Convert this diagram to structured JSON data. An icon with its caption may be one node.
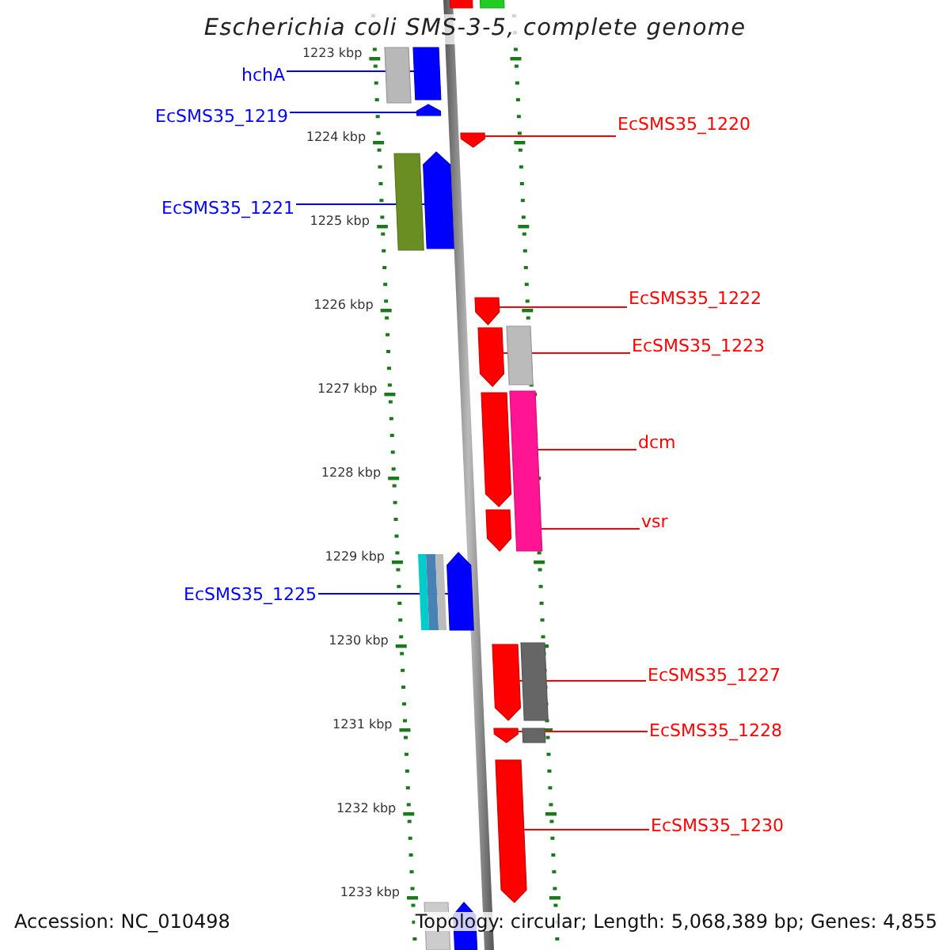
{
  "diagram": {
    "title": "Escherichia coli SMS-3-5, complete genome",
    "nodes": [
      {
        "text": [
          "hchA"
        ]
      },
      {
        "text": [
          "EcSMS35_1219"
        ]
      },
      {
        "text": [
          "EcSMS35_1221"
        ]
      },
      {
        "text": [
          "EcSMS35_1225"
        ]
      },
      {
        "text": [
          "EcSMS35_1220"
        ]
      },
      {
        "text": [
          "EcSMS35_1222"
        ]
      },
      {
        "text": [
          "EcSMS35_1223"
        ]
      },
      {
        "text": [
          "dcm"
        ]
      },
      {
        "text": [
          "vsr"
        ]
      },
      {
        "text": [
          "EcSMS35_1227"
        ]
      },
      {
        "text": [
          "EcSMS35_1228"
        ]
      },
      {
        "text": [
          "EcSMS35_1230"
        ]
      },
      {
        "text": [],
        "shape": "box"
      },
      {
        "text": [],
        "shape": "bar"
      },
      {
        "text": [],
        "shape": "bar"
      },
      {
        "text": [],
        "shape": "bar"
      },
      {
        "text": [],
        "shape": "bar"
      },
      {
        "text": [],
        "shape": "bar"
      },
      {
        "text": [],
        "shape": "bar"
      },
      {
        "text": [],
        "shape": "bar"
      },
      {
        "text": [],
        "shape": "bar"
      },
      {
        "text": [],
        "shape": "bar"
      },
      {
        "text": [],
        "shape": "bar"
      },
      {
        "text": [],
        "shape": "bar"
      },
      {
        "text": [],
        "shape": "box"
      }
    ],
    "edges": [
      {
        "from": 0,
        "to": 12,
        "arrow": "none",
        "color": "#0000ff"
      },
      {
        "from": 1,
        "to": 13,
        "arrow": "none",
        "color": "#0000ff"
      },
      {
        "from": 2,
        "to": 14,
        "arrow": "none",
        "color": "#0000ff"
      },
      {
        "from": 3,
        "to": 15,
        "arrow": "none",
        "color": "#0000ff"
      },
      {
        "from": 4,
        "to": 16,
        "arrow": "none"
      },
      {
        "from": 5,
        "to": 17,
        "arrow": "none"
      },
      {
        "from": 6,
        "to": 18,
        "arrow": "none"
      },
      {
        "from": 7,
        "to": 24,
        "arrow": "none"
      },
      {
        "from": 8,
        "to": 24,
        "arrow": "none"
      },
      {
        "from": 9,
        "to": 21,
        "arrow": "none"
      },
      {
        "from": 10,
        "to": 22,
        "arrow": "none"
      },
      {
        "from": 11,
        "to": 23,
        "arrow": "none"
      }
    ],
    "labels": [
      "1223 kbp",
      "1224 kbp",
      "1225 kbp",
      "1226 kbp",
      "1227 kbp",
      "1228 kbp",
      "1229 kbp",
      "1230 kbp",
      "1231 kbp",
      "1232 kbp",
      "1233 kbp",
      "Accession: NC_010498",
      "Topology: circular; Length: 5,068,389 bp; Genes: 4,855"
    ]
  }
}
